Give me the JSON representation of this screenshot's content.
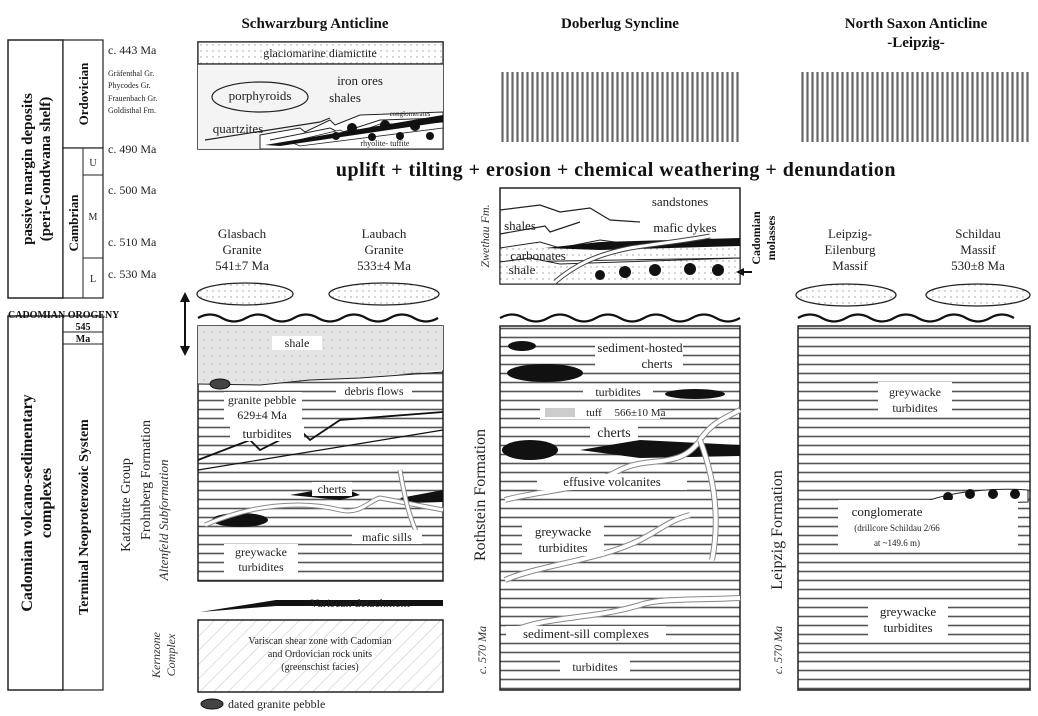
{
  "columns": {
    "schwarzburg": "Schwarzburg Anticline",
    "doberlug": "Doberlug Syncline",
    "north_saxon_1": "North Saxon Anticline",
    "north_saxon_2": "-Leipzig-"
  },
  "left_axis": {
    "passive_1": "passive margin deposits",
    "passive_2": "(peri-Gondwana shelf)",
    "cadomian_1": "Cadomian volcano-sedimentary",
    "cadomian_2": "complexes",
    "ordovician": "Ordovician",
    "cambrian": "Cambrian",
    "terminal": "Terminal Neoproterozoic System",
    "cambrian_u": "U",
    "cambrian_m": "M",
    "cambrian_l": "L",
    "age_545": "545",
    "age_545_unit": "Ma",
    "age_443": "c. 443 Ma",
    "age_490": "c. 490 Ma",
    "age_500": "c. 500 Ma",
    "age_510": "c. 510 Ma",
    "age_530": "c. 530 Ma"
  },
  "ordovician_units": [
    "Gräfenthal Gr.",
    "Phycodes Gr.",
    "Frauenbach Gr.",
    "Goldisthal Fm."
  ],
  "banner": "uplift + tilting + erosion + chemical weathering + denundation",
  "cadomian_orogeny": "CADOMIAN OROGENY",
  "schwarzburg": {
    "diamictite": "glaciomarine diamictite",
    "porphyroids": "porphyroids",
    "iron_ores": "iron ores",
    "shales": "shales",
    "quartzites": "quartzites",
    "conglomerates": "conglomerates",
    "rhyolite_tuffite": "rhyolite- tuffite",
    "glasbach_1": "Glasbach",
    "glasbach_2": "Granite",
    "glasbach_3": "541±7 Ma",
    "laubach_1": "Laubach",
    "laubach_2": "Granite",
    "laubach_3": "533±4 Ma",
    "shale": "shale",
    "granite_pebble_1": "granite pebble",
    "granite_pebble_2": "629±4 Ma",
    "debris_flows": "debris flows",
    "turbidites": "turbidites",
    "cherts": "cherts",
    "mafic_sills": "mafic sills",
    "greywacke": "greywacke",
    "greywacke_turbidites": "turbidites",
    "katzhuette": "Katzhütte Group",
    "frohnberg": "Frohnberg Formation",
    "altenfeld": "Altenfeld Subformation",
    "variscan_detachment": "Variscan detachment",
    "shear_1": "Variscan shear zone with Cadomian",
    "shear_2": "and Ordovician rock units",
    "shear_3": "(greenschist facies)",
    "kerzeme_1": "Kernzone",
    "kerzeme_2": "Complex",
    "legend_label": "dated granite pebble"
  },
  "doberlug": {
    "sandstones": "sandstones",
    "shales": "shales",
    "mafic_dykes": "mafic dykes",
    "carbonates": "carbonates",
    "shale": "shale",
    "zwethau": "Zwethau Fm.",
    "sediment_hosted": "sediment-hosted",
    "cherts": "cherts",
    "turbidites": "turbidites",
    "tuff": "tuff",
    "tuff_age": "566±10 Ma",
    "cherts2": "cherts",
    "effusive": "effusive volcanites",
    "greywacke": "greywacke",
    "greywacke_turb": "turbidites",
    "rothstein": "Rothstein Formation",
    "sill": "sediment-sill complexes",
    "turbidites_low": "turbidites",
    "age_570": "c. 570 Ma"
  },
  "cadomian_molasses": "Cadomian molasses",
  "north_saxon": {
    "leipzig_1": "Leipzig-",
    "leipzig_2": "Eilenburg",
    "leipzig_3": "Massif",
    "schildau_1": "Schildau",
    "schildau_2": "Massif",
    "schildau_3": "530±8 Ma",
    "greywacke": "greywacke",
    "greywacke_turb": "turbidites",
    "conglomerate": "conglomerate",
    "dreikorn_1": "(drillcore Schildau 2/66",
    "dreikorn_2": "at ~149.6 m)",
    "greywacke2": "greywacke",
    "greywacke2_turb": "turbidites",
    "leipzig_fm": "Leipzig Formation",
    "age_570": "c. 570 Ma"
  }
}
